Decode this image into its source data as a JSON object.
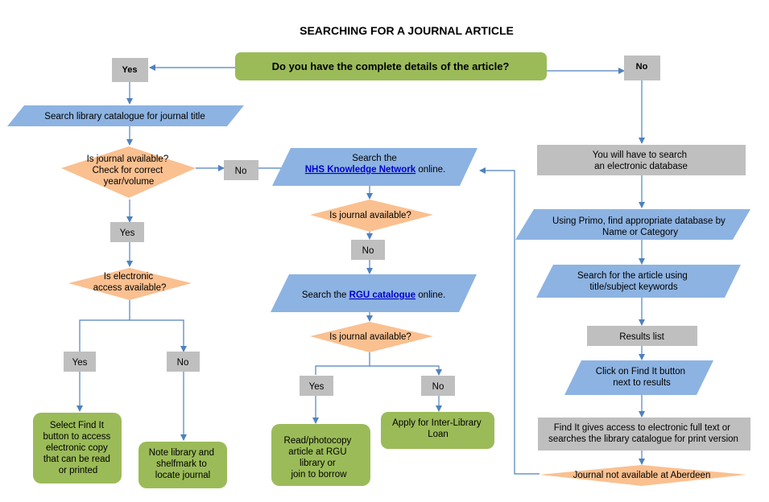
{
  "title": "SEARCHING FOR A JOURNAL ARTICLE",
  "colors": {
    "green": "#9bbb59",
    "grey": "#bfbfbf",
    "blue": "#8db3e2",
    "orange": "#fac090",
    "line": "#4f81bd",
    "link": "#0000cc"
  },
  "nodes": {
    "start": "Do you  have the complete details of the article?",
    "yes_top": "Yes",
    "no_top": "No",
    "search_catalogue": "Search library catalogue for journal title",
    "journal_check": [
      "Is journal available?",
      "Check for correct",
      "year/volume"
    ],
    "no_left": "No",
    "yes_left": "Yes",
    "electronic_q": [
      "Is electronic",
      "access available?"
    ],
    "yes_elec": "Yes",
    "no_elec": "No",
    "find_it_elec": [
      "Select Find It",
      "button to access",
      "electronic copy",
      "that can be read",
      "or printed"
    ],
    "note_library": [
      "Note library and",
      "shelfmark to",
      "locate journal"
    ],
    "nhs_line1": "Search the",
    "nhs_link": "NHS Knowledge Network",
    "nhs_suffix": " online.",
    "nhs_available": "Is journal available?",
    "no_nhs": "No",
    "rgu_prefix": "Search the ",
    "rgu_link": "RGU catalogue",
    "rgu_suffix": " online.",
    "rgu_available": "Is journal available?",
    "yes_rgu": "Yes",
    "no_rgu": "No",
    "read_photocopy": [
      "Read/photocopy",
      "article at RGU",
      "library or",
      "join to borrow"
    ],
    "ill": [
      "Apply for Inter-Library",
      "Loan"
    ],
    "electronic_db": [
      "You will have to search",
      "an electronic database"
    ],
    "primo": [
      "Using Primo, find appropriate database by",
      "Name or Category"
    ],
    "search_article": [
      "Search for the article using",
      "title/subject keywords"
    ],
    "results_list": "Results list",
    "click_find_it": [
      "Click on Find It button",
      "next to results"
    ],
    "find_it_access": [
      "Find It gives access to  electronic full text or",
      "searches the library catalogue for print version"
    ],
    "not_available": "Journal not available at Aberdeen"
  }
}
